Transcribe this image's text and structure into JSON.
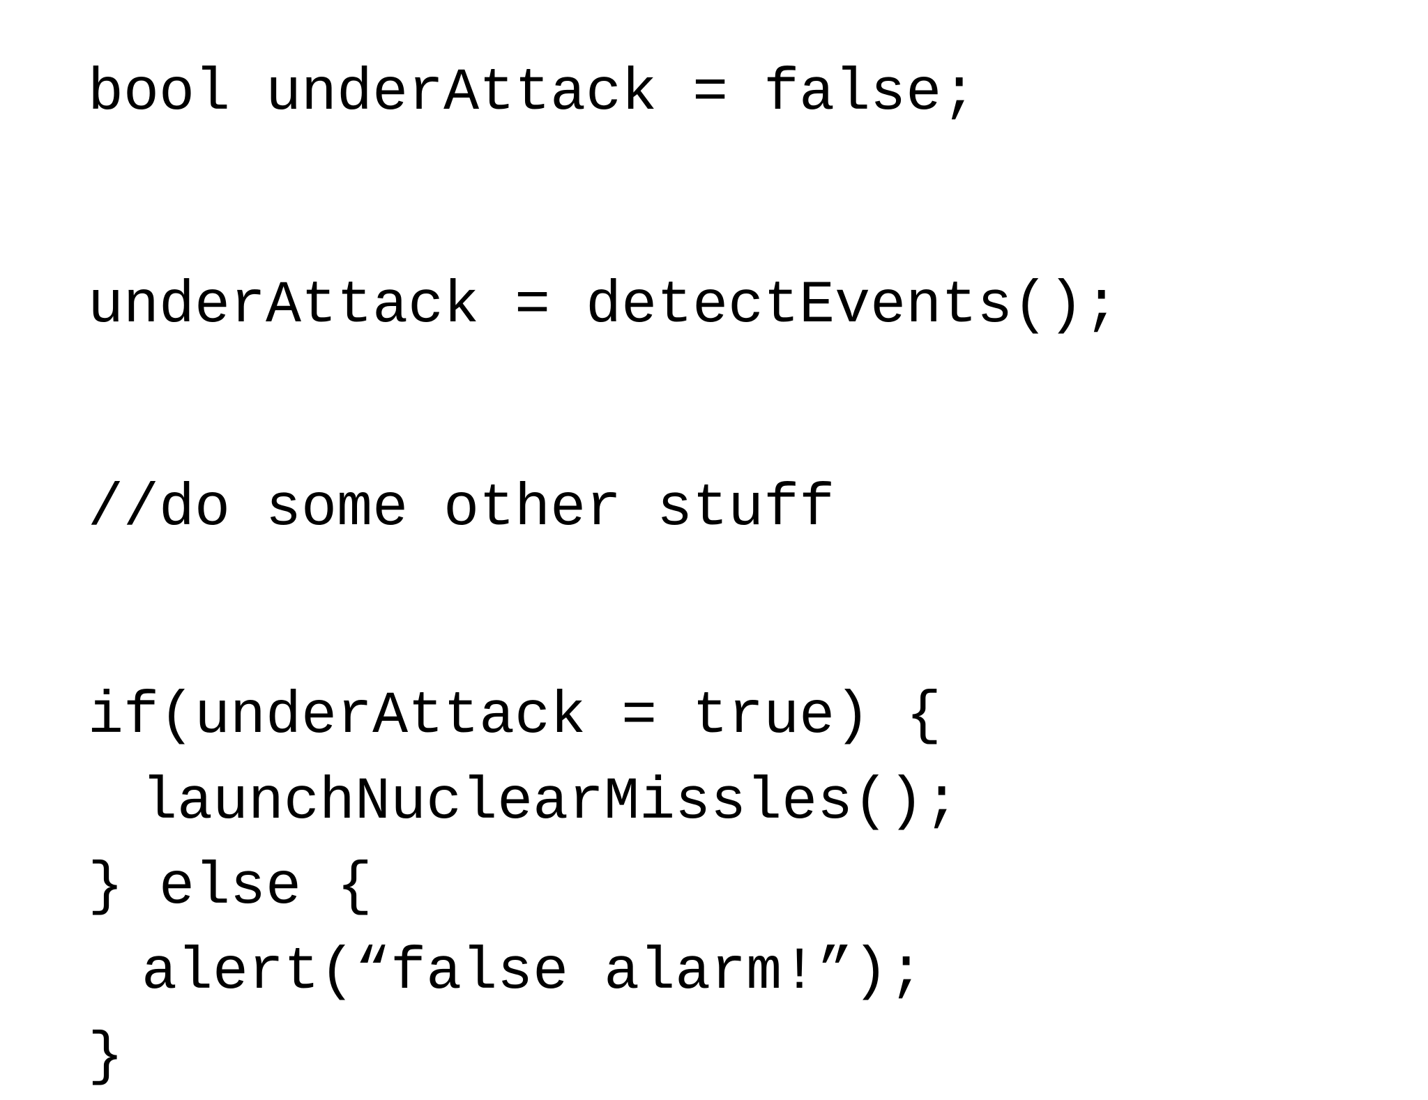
{
  "page": {
    "background_color": "#ffffff",
    "text_color": "#000000"
  },
  "code": {
    "lines": [
      {
        "text": "bool underAttack = false;",
        "indent": 0
      },
      {
        "text": "underAttack = detectEvents();",
        "indent": 0
      },
      {
        "text": "//do some other stuff",
        "indent": 0
      },
      {
        "text": "if(underAttack = true) {",
        "indent": 0
      },
      {
        "text": "launchNuclearMissles();",
        "indent": 1
      },
      {
        "text": "} else {",
        "indent": 0
      },
      {
        "text": "alert(“false alarm!”);",
        "indent": 1
      },
      {
        "text": "}",
        "indent": 0
      }
    ]
  }
}
